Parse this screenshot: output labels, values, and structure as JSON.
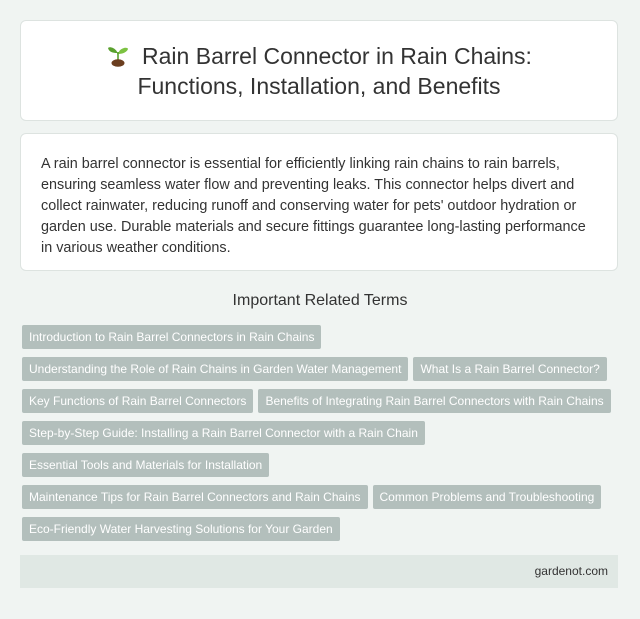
{
  "header": {
    "icon": "sprout-icon",
    "title": "Rain Barrel Connector in Rain Chains: Functions, Installation, and Benefits"
  },
  "description": "A rain barrel connector is essential for efficiently linking rain chains to rain barrels, ensuring seamless water flow and preventing leaks. This connector helps divert and collect rainwater, reducing runoff and conserving water for pets' outdoor hydration or garden use. Durable materials and secure fittings guarantee long-lasting performance in various weather conditions.",
  "related": {
    "heading": "Important Related Terms",
    "rows": [
      [
        "Introduction to Rain Barrel Connectors in Rain Chains"
      ],
      [
        "Understanding the Role of Rain Chains in Garden Water Management",
        "What Is a Rain Barrel Connector?"
      ],
      [
        "Key Functions of Rain Barrel Connectors",
        "Benefits of Integrating Rain Barrel Connectors with Rain Chains"
      ],
      [
        "Step-by-Step Guide: Installing a Rain Barrel Connector with a Rain Chain"
      ],
      [
        "Essential Tools and Materials for Installation"
      ],
      [
        "Maintenance Tips for Rain Barrel Connectors and Rain Chains",
        "Common Problems and Troubleshooting"
      ],
      [
        "Eco-Friendly Water Harvesting Solutions for Your Garden"
      ]
    ]
  },
  "footer": {
    "site": "gardenot.com"
  },
  "colors": {
    "background": "#f0f4f2",
    "tag": "#b3bfbc",
    "footer": "#e0e8e4"
  }
}
